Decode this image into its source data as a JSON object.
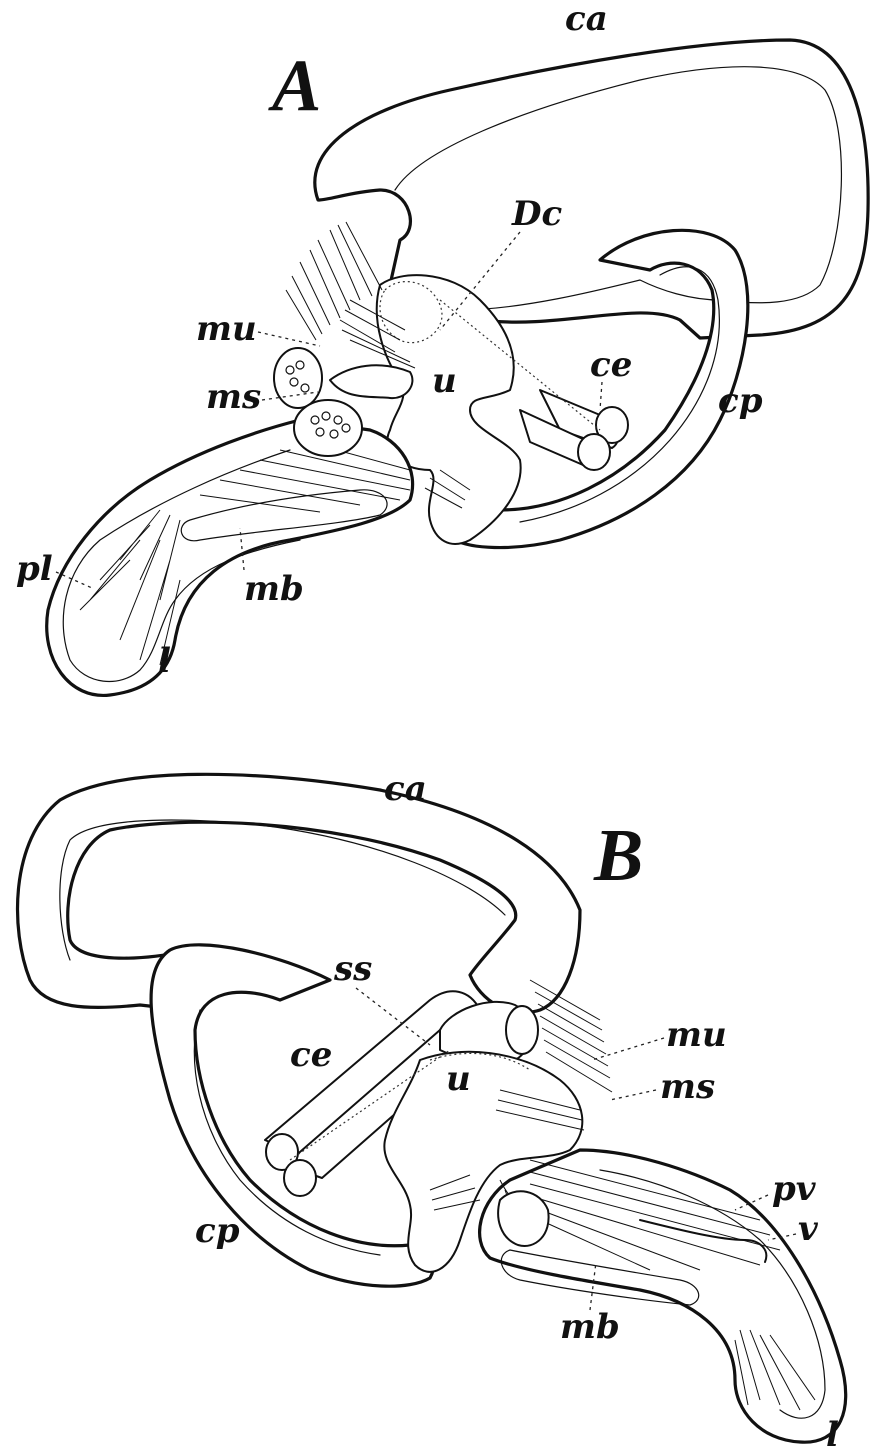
{
  "figureA": {
    "panel": "A",
    "labels": {
      "ca": "ca",
      "dc": "Dc",
      "mu": "mu",
      "ms": "ms",
      "u": "u",
      "ce": "ce",
      "cp": "cp",
      "pl": "pl",
      "mb": "mb",
      "l": "l"
    }
  },
  "figureB": {
    "panel": "B",
    "labels": {
      "ca": "ca",
      "ss": "ss",
      "mu": "mu",
      "ce": "ce",
      "u": "u",
      "ms": "ms",
      "pv": "pv",
      "v": "v",
      "cp": "cp",
      "mb": "mb",
      "l": "l"
    }
  }
}
